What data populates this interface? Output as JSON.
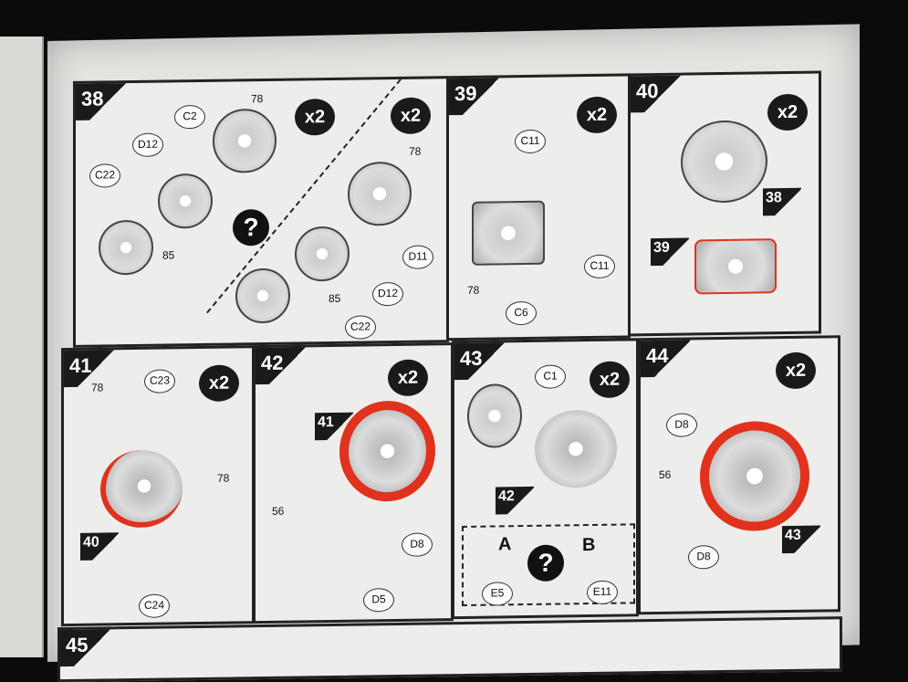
{
  "panels": [
    {
      "step": "38",
      "mult": [
        "x2",
        "x2"
      ],
      "callouts": [
        "C2",
        "D12",
        "C22",
        "D11",
        "D12",
        "C22"
      ],
      "nums": [
        "78",
        "85",
        "78",
        "85"
      ],
      "q": "?"
    },
    {
      "step": "39",
      "mult": [
        "x2"
      ],
      "callouts": [
        "C11",
        "C11",
        "C6"
      ],
      "nums": [
        "78"
      ]
    },
    {
      "step": "40",
      "mult": [
        "x2"
      ],
      "refs": [
        "38",
        "39"
      ]
    },
    {
      "step": "41",
      "mult": [
        "x2"
      ],
      "callouts": [
        "C23",
        "C24"
      ],
      "nums": [
        "78",
        "78"
      ],
      "refs": [
        "40"
      ]
    },
    {
      "step": "42",
      "mult": [
        "x2"
      ],
      "callouts": [
        "D8",
        "D5"
      ],
      "nums": [
        "56"
      ],
      "refs": [
        "41"
      ]
    },
    {
      "step": "43",
      "mult": [
        "x2"
      ],
      "callouts": [
        "C1",
        "E5",
        "E11"
      ],
      "refs": [
        "42"
      ],
      "variants": [
        "A",
        "B"
      ],
      "q": "?"
    },
    {
      "step": "44",
      "mult": [
        "x2"
      ],
      "callouts": [
        "D8",
        "D8"
      ],
      "nums": [
        "56"
      ],
      "refs": [
        "43"
      ]
    },
    {
      "step": "45"
    }
  ],
  "colors": {
    "accent": "#e0321c",
    "ink": "#1a1a1a"
  }
}
